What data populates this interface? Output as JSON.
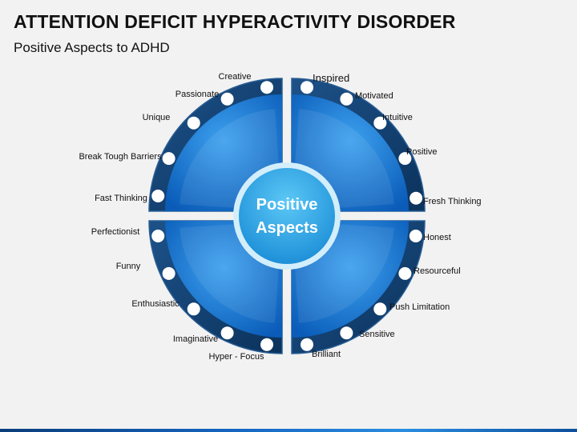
{
  "title": "ATTENTION DEFICIT HYPERACTIVITY DISORDER",
  "subtitle": "Positive Aspects to ADHD",
  "center": {
    "line1": "Positive",
    "line2": "Aspects"
  },
  "labels": [
    "Creative",
    "Passionate",
    "Unique",
    "Break Tough Barriers",
    "Fast Thinking",
    "Inspired",
    "Motivated",
    "Intuitive",
    "Positive",
    "Fresh Thinking",
    "Perfectionist",
    "Funny",
    "Enthusiastic",
    "Imaginative",
    "Hyper - Focus",
    "Honest",
    "Resourceful",
    "Push Limitation",
    "Sensitive",
    "Brilliant"
  ],
  "colors": {
    "ring": "#0e3d6e",
    "ring_edge": "#2a5f96",
    "fill_top": "#2f8fe3",
    "fill_bottom": "#0a5cb8",
    "center_outer": "#bfe6fb",
    "center_inner": "#2aa6e8",
    "dot": "#ffffff"
  }
}
